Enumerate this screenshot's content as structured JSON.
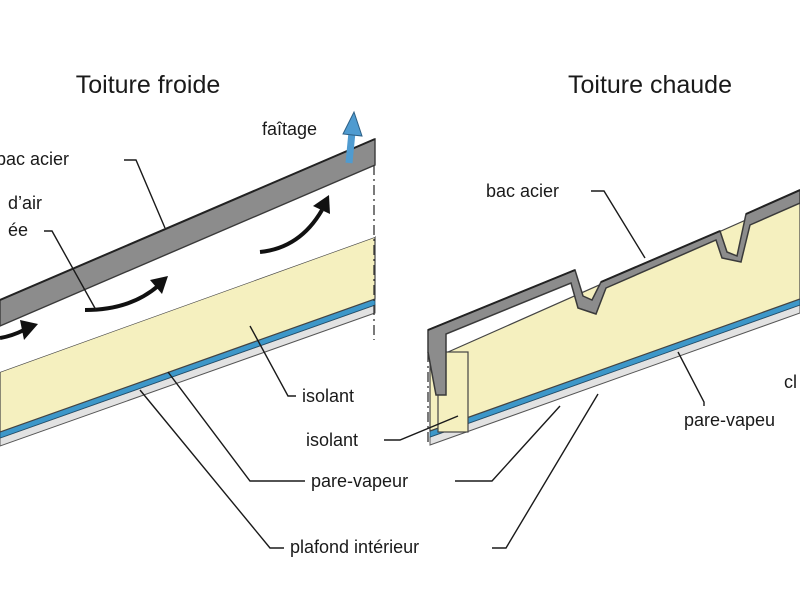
{
  "panels": {
    "cold": {
      "title": "Toiture froide",
      "labels": {
        "ridge": "faîtage",
        "steel_deck": "bac acier",
        "air_line1": "d’air",
        "air_line2": "ée",
        "insulation": "isolant",
        "vapour_barrier": "pare-vapeur",
        "ceiling": "plafond intérieur"
      }
    },
    "warm": {
      "title": "Toiture chaude",
      "labels": {
        "steel_deck": "bac acier",
        "insulation": "isolant",
        "vapour_barrier": "pare-vapeu",
        "cut_right": "cl"
      }
    }
  },
  "colors": {
    "steel": "#8c8c8c",
    "steel_edge": "#3a3a3a",
    "insulation": "#f5f0bf",
    "vapour_barrier": "#3d97c9",
    "ceiling": "#e2e2e2",
    "ridge_arrow": "#4f9bd0",
    "air_arrow": "#111111"
  }
}
